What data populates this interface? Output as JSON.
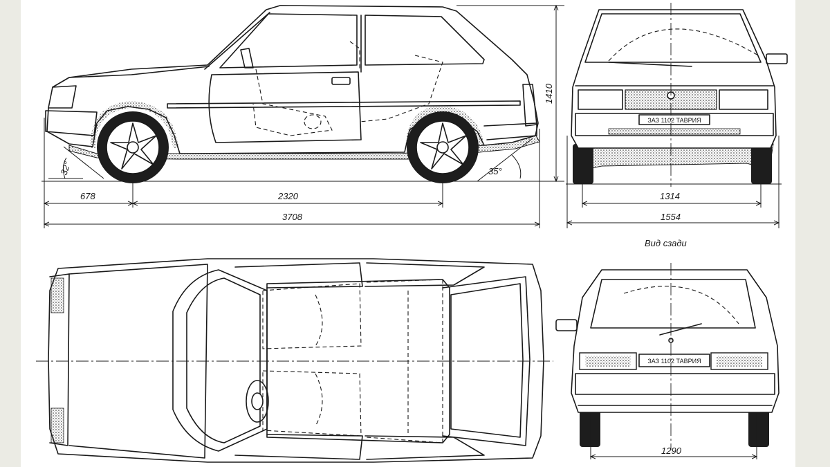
{
  "dimensions": {
    "front_overhang": "678",
    "wheelbase": "2320",
    "overall_length": "3708",
    "height": "1410",
    "front_track": "1314",
    "overall_width": "1554",
    "rear_track": "1290",
    "approach_angle": "32°",
    "departure_angle": "35°"
  },
  "labels": {
    "rear_view_caption": "Вид сзади",
    "front_plate": "ЗАЗ 1102 ТАВРИЯ",
    "rear_plate": "ЗАЗ 1102 ТАВРИЯ"
  }
}
